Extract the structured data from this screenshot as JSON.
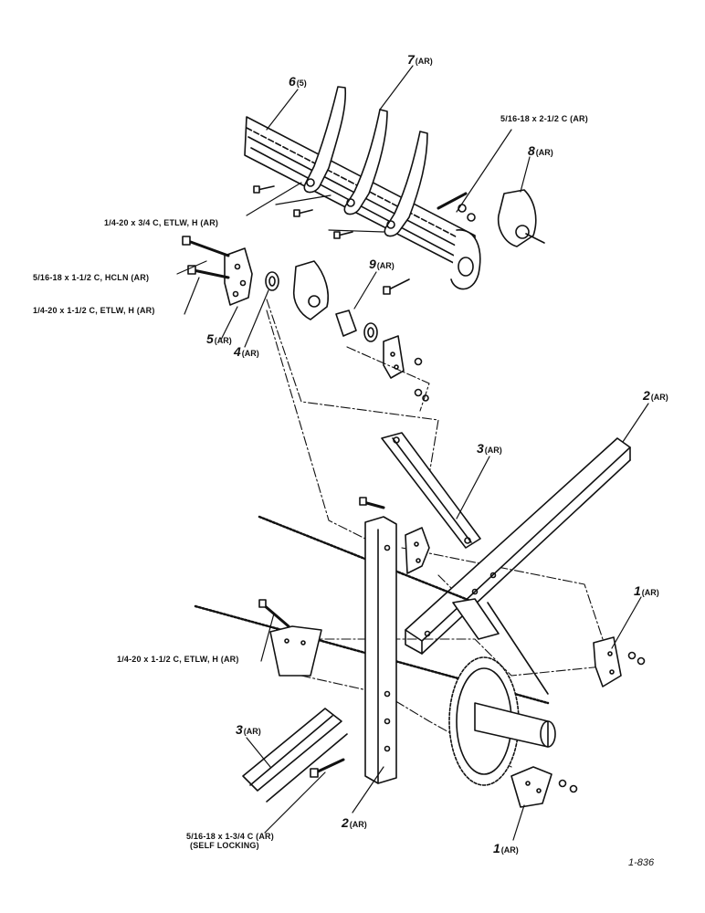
{
  "parts": [
    {
      "id": "p6",
      "number": "6",
      "qty": "(5)"
    },
    {
      "id": "p7",
      "number": "7",
      "qty": "(AR)"
    },
    {
      "id": "p8",
      "number": "8",
      "qty": "(AR)"
    },
    {
      "id": "p9",
      "number": "9",
      "qty": "(AR)"
    },
    {
      "id": "p5",
      "number": "5",
      "qty": "(AR)"
    },
    {
      "id": "p4",
      "number": "4",
      "qty": "(AR)"
    },
    {
      "id": "p2a",
      "number": "2",
      "qty": "(AR)"
    },
    {
      "id": "p3a",
      "number": "3",
      "qty": "(AR)"
    },
    {
      "id": "p1a",
      "number": "1",
      "qty": "(AR)"
    },
    {
      "id": "p3b",
      "number": "3",
      "qty": "(AR)"
    },
    {
      "id": "p2b",
      "number": "2",
      "qty": "(AR)"
    },
    {
      "id": "p1b",
      "number": "1",
      "qty": "(AR)"
    }
  ],
  "hardware": {
    "bolt_5_16_2_5": "5/16-18 x 2-1/2 C (AR)",
    "bolt_1_4_3_4": "1/4-20 x 3/4 C, ETLW, H (AR)",
    "bolt_5_16_1_5": "5/16-18 x 1-1/2 C, HCLN (AR)",
    "bolt_1_4_1_5_top": "1/4-20 x 1-1/2 C, ETLW, H (AR)",
    "bolt_1_4_1_5_mid": "1/4-20 x 1-1/2 C, ETLW, H  (AR)",
    "bolt_5_16_1_75_line1": "5/16-18 x 1-3/4 C (AR)",
    "bolt_5_16_1_75_line2": "(SELF LOCKING)"
  },
  "figure_number": "1-836",
  "colors": {
    "ink": "#111111",
    "paper": "#ffffff"
  }
}
